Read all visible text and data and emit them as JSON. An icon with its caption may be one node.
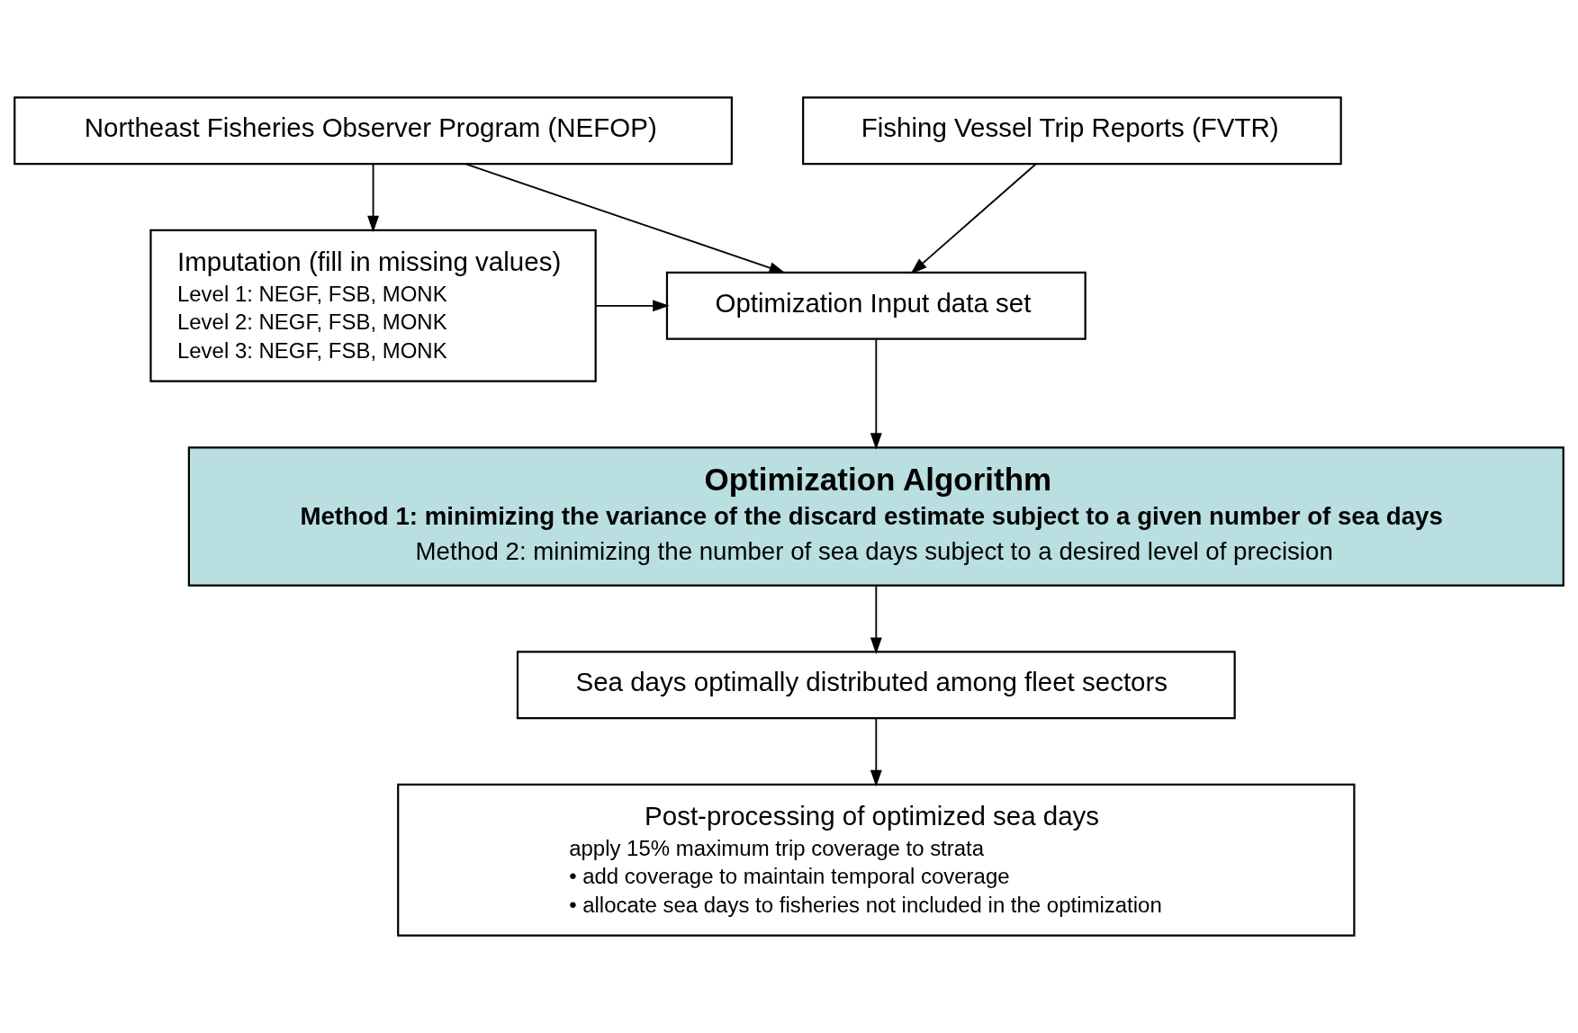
{
  "diagram": {
    "nodes": [
      {
        "text": [
          "Fishing Vessel Trip Reports (FVTR)"
        ]
      },
      {
        "text": [
          "Northeast Fisheries Observer Program (NEFOP)"
        ]
      },
      {
        "text": [
          "Optimization Input data set"
        ]
      },
      {
        "text": [
          "Imputation (fill in missing values)",
          "Level 1: NEGF, FSB, MONK",
          "Level 2: NEGF, FSB, MONK",
          "Level 3: NEGF, FSB, MONK"
        ]
      },
      {
        "text": [
          "Optimization Algorithm",
          "Method 1: minimizing the variance of the discard estimate subject to a given number of sea days",
          "Method 2: minimizing the number of sea days subject to a desired level of precision"
        ]
      },
      {
        "text": [
          "Sea days optimally distributed among fleet sectors"
        ]
      },
      {
        "text": [
          "Post-processing of optimized sea days",
          "apply 15% maximum trip coverage to strata",
          "• add coverage to maintain temporal coverage",
          "• allocate sea days to fisheries not included in the optimization"
        ]
      }
    ],
    "edges": [
      {
        "from": 0,
        "to": 2,
        "arrow": "to"
      },
      {
        "from": 1,
        "to": 2,
        "arrow": "to"
      },
      {
        "from": 1,
        "to": 3,
        "arrow": "to"
      },
      {
        "from": 3,
        "to": 2,
        "arrow": "to"
      },
      {
        "from": 2,
        "to": 4,
        "arrow": "to"
      },
      {
        "from": 4,
        "to": 5,
        "arrow": "to"
      },
      {
        "from": 5,
        "to": 6,
        "arrow": "to"
      }
    ]
  }
}
